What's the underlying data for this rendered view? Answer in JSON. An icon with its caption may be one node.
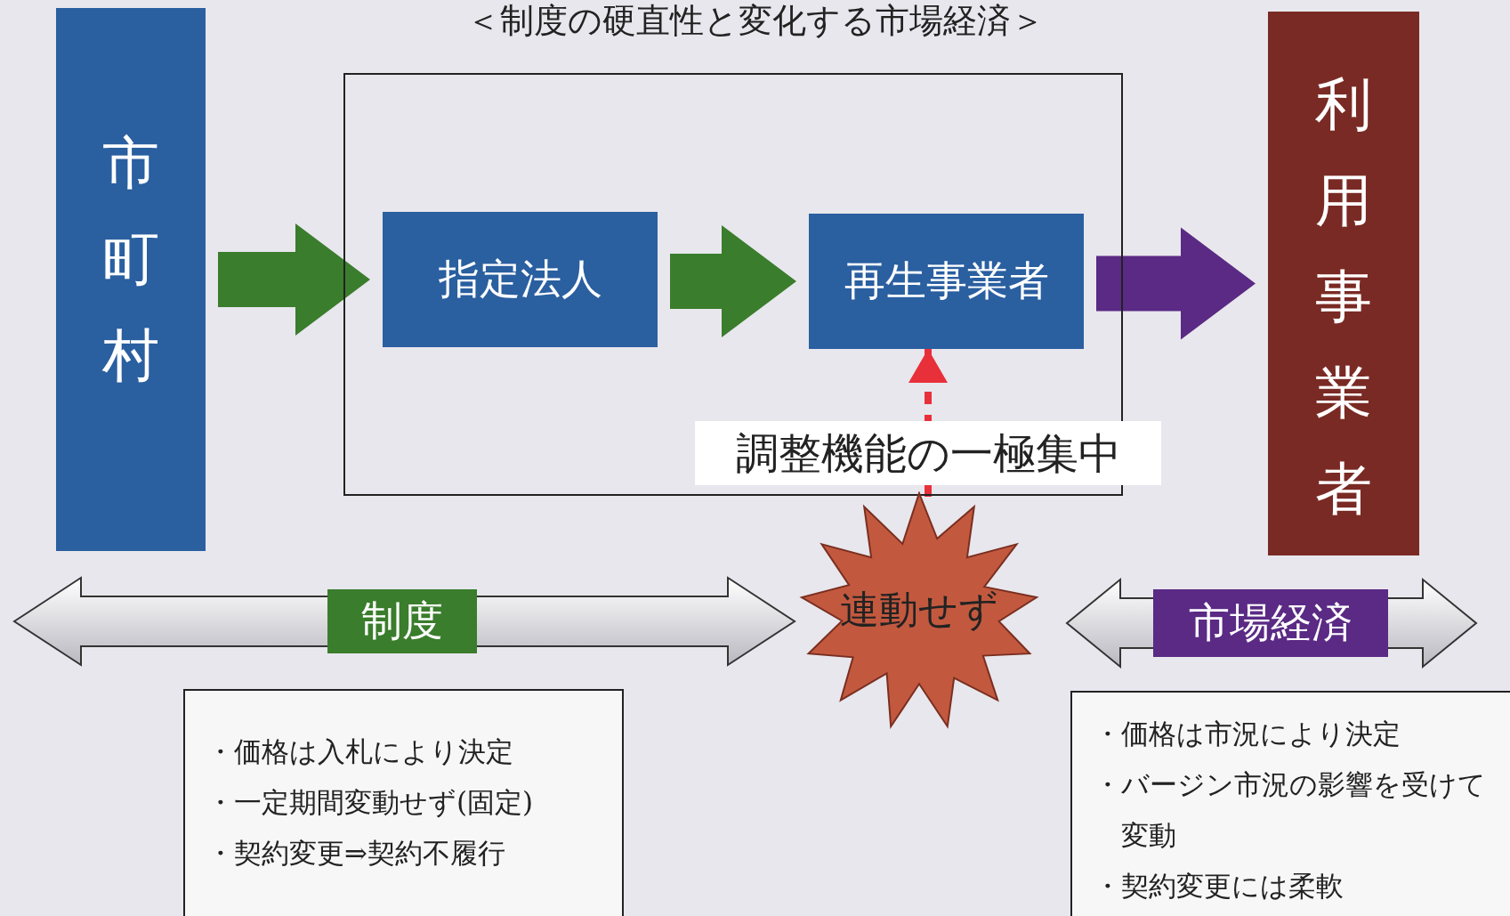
{
  "diagram": {
    "title": "＜制度の硬直性と変化する市場経済＞",
    "nodes": [
      {
        "text": [
          "市町村"
        ]
      },
      {
        "text": [],
        "shape": "box"
      },
      {
        "text": [
          "指定法人"
        ],
        "in": 1
      },
      {
        "text": [
          "再生事業者"
        ],
        "in": 1
      },
      {
        "text": [
          "利用事業者"
        ]
      },
      {
        "text": [
          "制度"
        ]
      },
      {
        "text": [
          "連動せず"
        ]
      },
      {
        "text": [
          "市場経済"
        ]
      },
      {
        "text": [
          "・価格は入札により決定",
          "・一定期間変動せず(固定)",
          "・契約変更⇒契約不履行"
        ]
      },
      {
        "text": [
          "・価格は市況により決定",
          "・バージン市況の影響を受けて変動",
          "・契約変更には柔軟"
        ]
      }
    ],
    "edges": [
      {
        "from": 0,
        "to": 2,
        "arrow": "to",
        "style": "thick",
        "color": "#3a7d2c"
      },
      {
        "from": 2,
        "to": 3,
        "arrow": "to",
        "style": "thick",
        "color": "#3a7d2c"
      },
      {
        "from": 3,
        "to": 4,
        "arrow": "to",
        "style": "thick",
        "color": "#5a2a84"
      },
      {
        "from": 6,
        "to": 3,
        "arrow": "to",
        "style": "dashed",
        "color": "#e8303a",
        "label": "調整機能の一極集中"
      }
    ]
  }
}
